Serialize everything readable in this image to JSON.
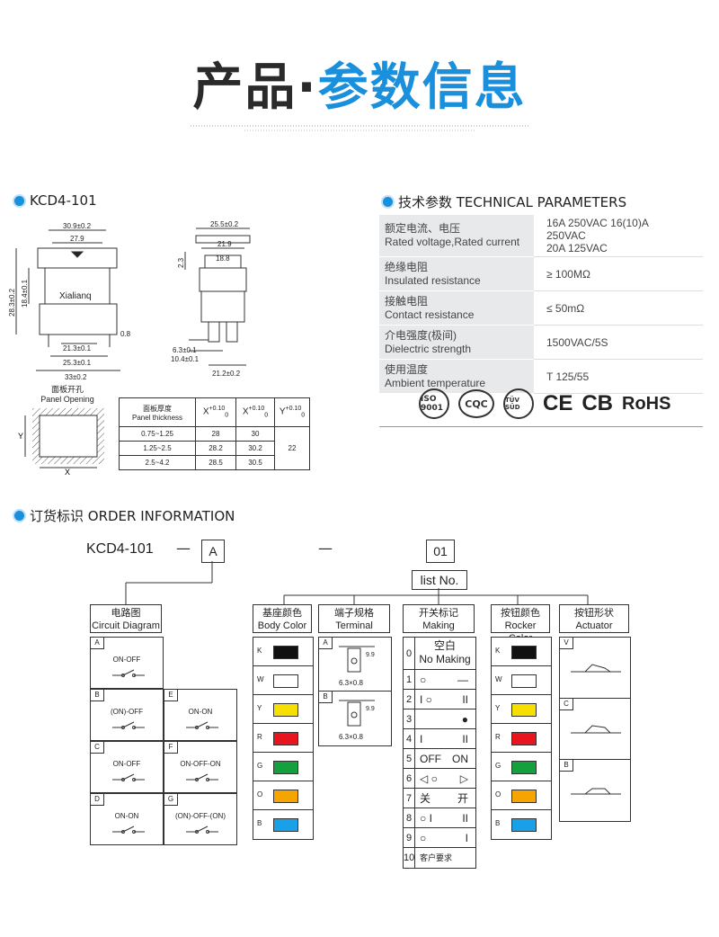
{
  "hero": {
    "part1": "产品",
    "sep": "·",
    "part2": "参数信息"
  },
  "left_section": {
    "title": "KCD4-101"
  },
  "right_section": {
    "title": "技术参数 TECHNICAL PARAMETERS"
  },
  "order_section": {
    "title": "订货标识 ORDER INFORMATION"
  },
  "drawing": {
    "brand": "Xialianq",
    "dims_front": [
      "30.9±0.2",
      "27.9",
      "28.3±0.2",
      "18.4±0.1",
      "0.8",
      "21.3±0.1",
      "25.3±0.1",
      "33±0.2"
    ],
    "dims_side": [
      "25.5±0.2",
      "21.9",
      "18.8",
      "2.3",
      "6.3±0.1",
      "10.4±0.1",
      "21.2±0.2"
    ],
    "panel_label_cn": "面板开孔",
    "panel_label_en": "Panel Opening",
    "axis_x": "X",
    "axis_y": "Y"
  },
  "panel_table": {
    "headers": [
      "面板厚度",
      "Panel thickness",
      "X",
      "X",
      "Y",
      "+0.10",
      "0"
    ],
    "rows": [
      [
        "0.75~1.25",
        "28",
        "30"
      ],
      [
        "1.25~2.5",
        "28.2",
        "30.2"
      ],
      [
        "2.5~4.2",
        "28.5",
        "30.5"
      ]
    ],
    "y_value": "22"
  },
  "tech_params": [
    {
      "cn": "额定电流、电压",
      "en": "Rated voltage,Rated current",
      "v1": "16A 250VAC  16(10)A 250VAC",
      "v2": "20A 125VAC"
    },
    {
      "cn": "绝缘电阻",
      "en": "Insulated resistance",
      "v1": "≥ 100MΩ",
      "v2": ""
    },
    {
      "cn": "接触电阻",
      "en": "Contact resistance",
      "v1": "≤ 50mΩ",
      "v2": ""
    },
    {
      "cn": "介电强度(极间)",
      "en": "Dielectric strength",
      "v1": "1500VAC/5S",
      "v2": ""
    },
    {
      "cn": "使用温度",
      "en": "Ambient temperature",
      "v1": "T 125/55",
      "v2": ""
    }
  ],
  "certs": {
    "iso": "ISO 9001",
    "cqc": "CQC",
    "tuv": "TÜV SÜD",
    "ce": "CE",
    "cb": "CB",
    "rohs": "RoHS"
  },
  "order": {
    "model": "KCD4-101",
    "dash": "—",
    "box_a": "A",
    "box_01": "01",
    "list_no": "list No.",
    "circuit": {
      "cn": "电路图",
      "en": "Circuit Diagram",
      "items": [
        {
          "k": "A",
          "label": "ON-OFF"
        },
        {
          "k": "B",
          "label": "(ON)-OFF"
        },
        {
          "k": "E",
          "label": "ON-ON"
        },
        {
          "k": "C",
          "label": "ON-OFF"
        },
        {
          "k": "F",
          "label": "ON-OFF-ON"
        },
        {
          "k": "D",
          "label": "ON-ON"
        },
        {
          "k": "G",
          "label": "(ON)-OFF-(ON)"
        }
      ]
    },
    "body_color": {
      "cn": "基座颜色",
      "en": "Body Color",
      "items": [
        {
          "k": "K",
          "c": "#111111"
        },
        {
          "k": "W",
          "c": "#ffffff"
        },
        {
          "k": "Y",
          "c": "#f7e000"
        },
        {
          "k": "R",
          "c": "#e8141e"
        },
        {
          "k": "G",
          "c": "#14a03c"
        },
        {
          "k": "O",
          "c": "#f5a400"
        },
        {
          "k": "B",
          "c": "#1aa0e6"
        }
      ]
    },
    "terminal": {
      "cn": "端子规格",
      "en": "Terminal",
      "items": [
        {
          "k": "A",
          "size": "6.3×0.8",
          "h": "9.9"
        },
        {
          "k": "B",
          "size": "6.3×0.8",
          "h": "9.9"
        }
      ]
    },
    "making": {
      "cn": "开关标记",
      "en": "Making",
      "items": [
        {
          "k": "0",
          "l": "空白",
          "r": "No Making"
        },
        {
          "k": "1",
          "l": "○",
          "r": "—"
        },
        {
          "k": "2",
          "l": "I  ○",
          "r": "II"
        },
        {
          "k": "3",
          "l": "",
          "r": "●"
        },
        {
          "k": "4",
          "l": "I",
          "r": "II"
        },
        {
          "k": "5",
          "l": "OFF",
          "r": "ON"
        },
        {
          "k": "6",
          "l": "◁  ○",
          "r": "▷"
        },
        {
          "k": "7",
          "l": "关",
          "r": "开"
        },
        {
          "k": "8",
          "l": "○  I",
          "r": "II"
        },
        {
          "k": "9",
          "l": "○",
          "r": "I"
        },
        {
          "k": "10",
          "l": "客户要求",
          "r": ""
        }
      ]
    },
    "rocker_color": {
      "cn": "按钮颜色",
      "en": "Rocker Color",
      "items": [
        {
          "k": "K",
          "c": "#111111"
        },
        {
          "k": "W",
          "c": "#ffffff"
        },
        {
          "k": "Y",
          "c": "#f7e000"
        },
        {
          "k": "R",
          "c": "#e8141e"
        },
        {
          "k": "G",
          "c": "#14a03c"
        },
        {
          "k": "O",
          "c": "#f5a400"
        },
        {
          "k": "B",
          "c": "#1aa0e6"
        }
      ]
    },
    "actuator": {
      "cn": "按钮形状",
      "en": "Actuator",
      "items": [
        {
          "k": "V"
        },
        {
          "k": "C"
        },
        {
          "k": "B"
        }
      ]
    }
  }
}
